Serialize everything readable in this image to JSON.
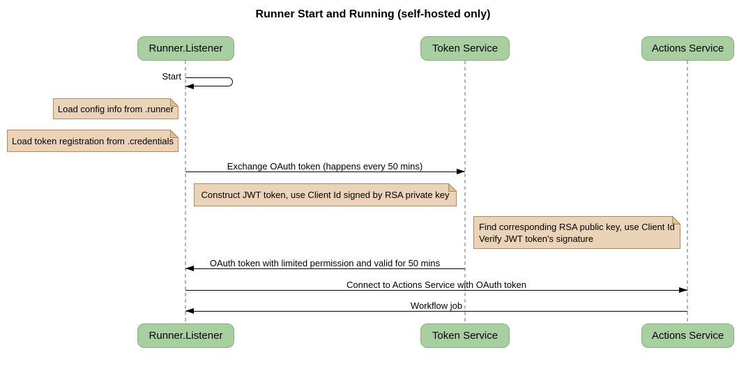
{
  "title": "Runner Start and Running (self-hosted only)",
  "participants": [
    {
      "name": "Runner.Listener"
    },
    {
      "name": "Token Service"
    },
    {
      "name": "Actions Service"
    }
  ],
  "messages": {
    "start": {
      "label": "Start",
      "from": "Runner.Listener",
      "to": "Runner.Listener",
      "kind": "self"
    },
    "exchange": {
      "label": "Exchange OAuth token (happens every 50 mins)",
      "from": "Runner.Listener",
      "to": "Token Service"
    },
    "oauth_return": {
      "label": "OAuth token with limited permission and valid for 50 mins",
      "from": "Token Service",
      "to": "Runner.Listener"
    },
    "connect": {
      "label": "Connect to Actions Service with OAuth token",
      "from": "Runner.Listener",
      "to": "Actions Service"
    },
    "workflow": {
      "label": "Workflow job",
      "from": "Actions Service",
      "to": "Runner.Listener"
    }
  },
  "notes": {
    "load_config": {
      "text": "Load config info from .runner"
    },
    "load_credentials": {
      "text": "Load token registration from .credentials"
    },
    "construct_jwt": {
      "text": "Construct JWT token, use Client Id signed by RSA private key"
    },
    "verify_jwt": {
      "lines": [
        "Find corresponding RSA public key, use Client Id",
        "Verify JWT token's signature"
      ]
    }
  },
  "colors": {
    "participant-fill": "#a8cfa0",
    "participant-border": "#84ad7e",
    "note-fill": "#ead3b6",
    "note-border": "#b28a5a",
    "note-fold": "#dcc096",
    "line": "#000000",
    "lifeline": "#b5b5b5",
    "background": "#ffffff",
    "text": "#000000"
  }
}
